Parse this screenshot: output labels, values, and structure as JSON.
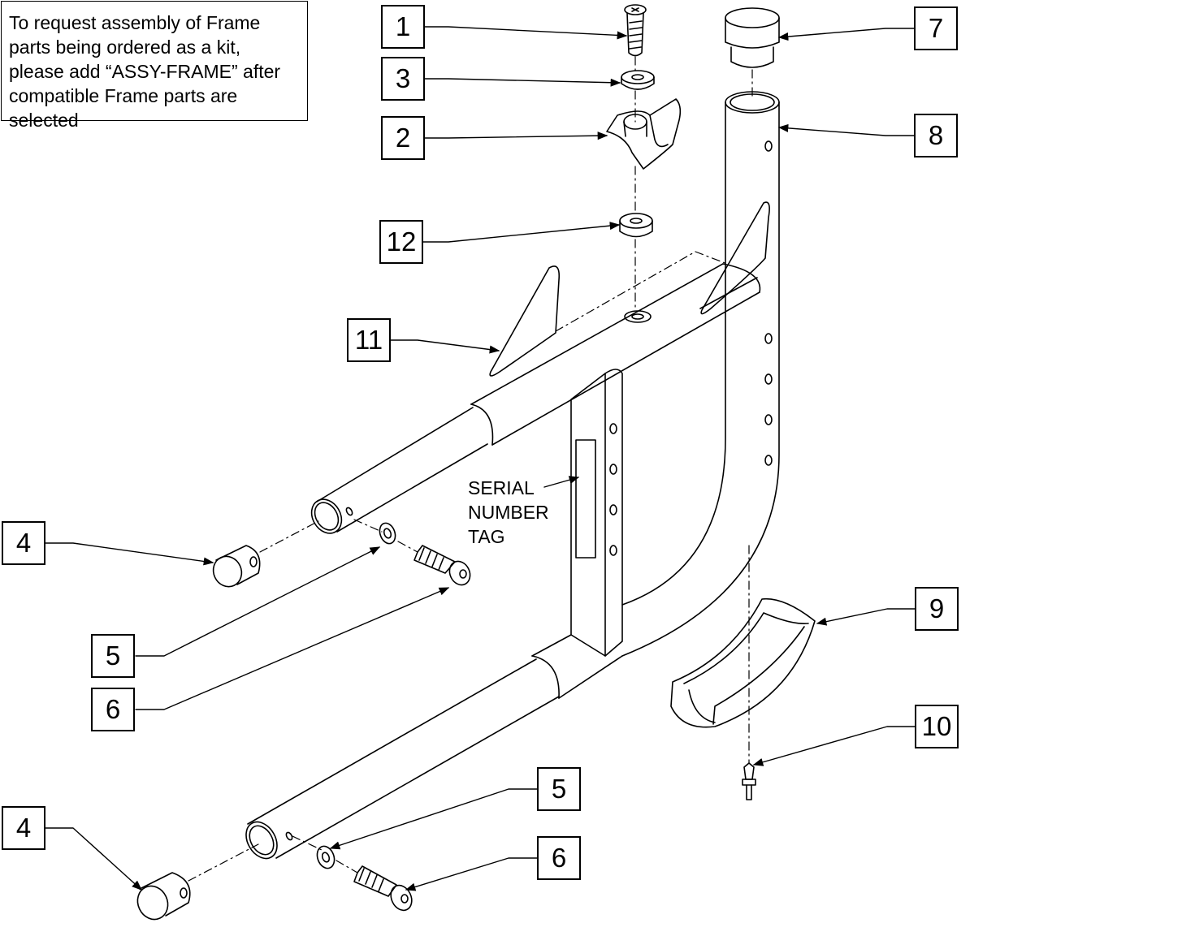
{
  "note": "To request assembly of Frame\nparts being ordered as a kit,\nplease add “ASSY-FRAME” after\ncompatible Frame parts are\nselected",
  "serial_tag": "SERIAL\nNUMBER\nTAG",
  "callouts": {
    "c1": "1",
    "c2": "2",
    "c3": "3",
    "c12": "12",
    "c11": "11",
    "c4a": "4",
    "c5a": "5",
    "c6a": "6",
    "c4b": "4",
    "c5b": "5",
    "c6b": "6",
    "c7": "7",
    "c8": "8",
    "c9": "9",
    "c10": "10"
  }
}
